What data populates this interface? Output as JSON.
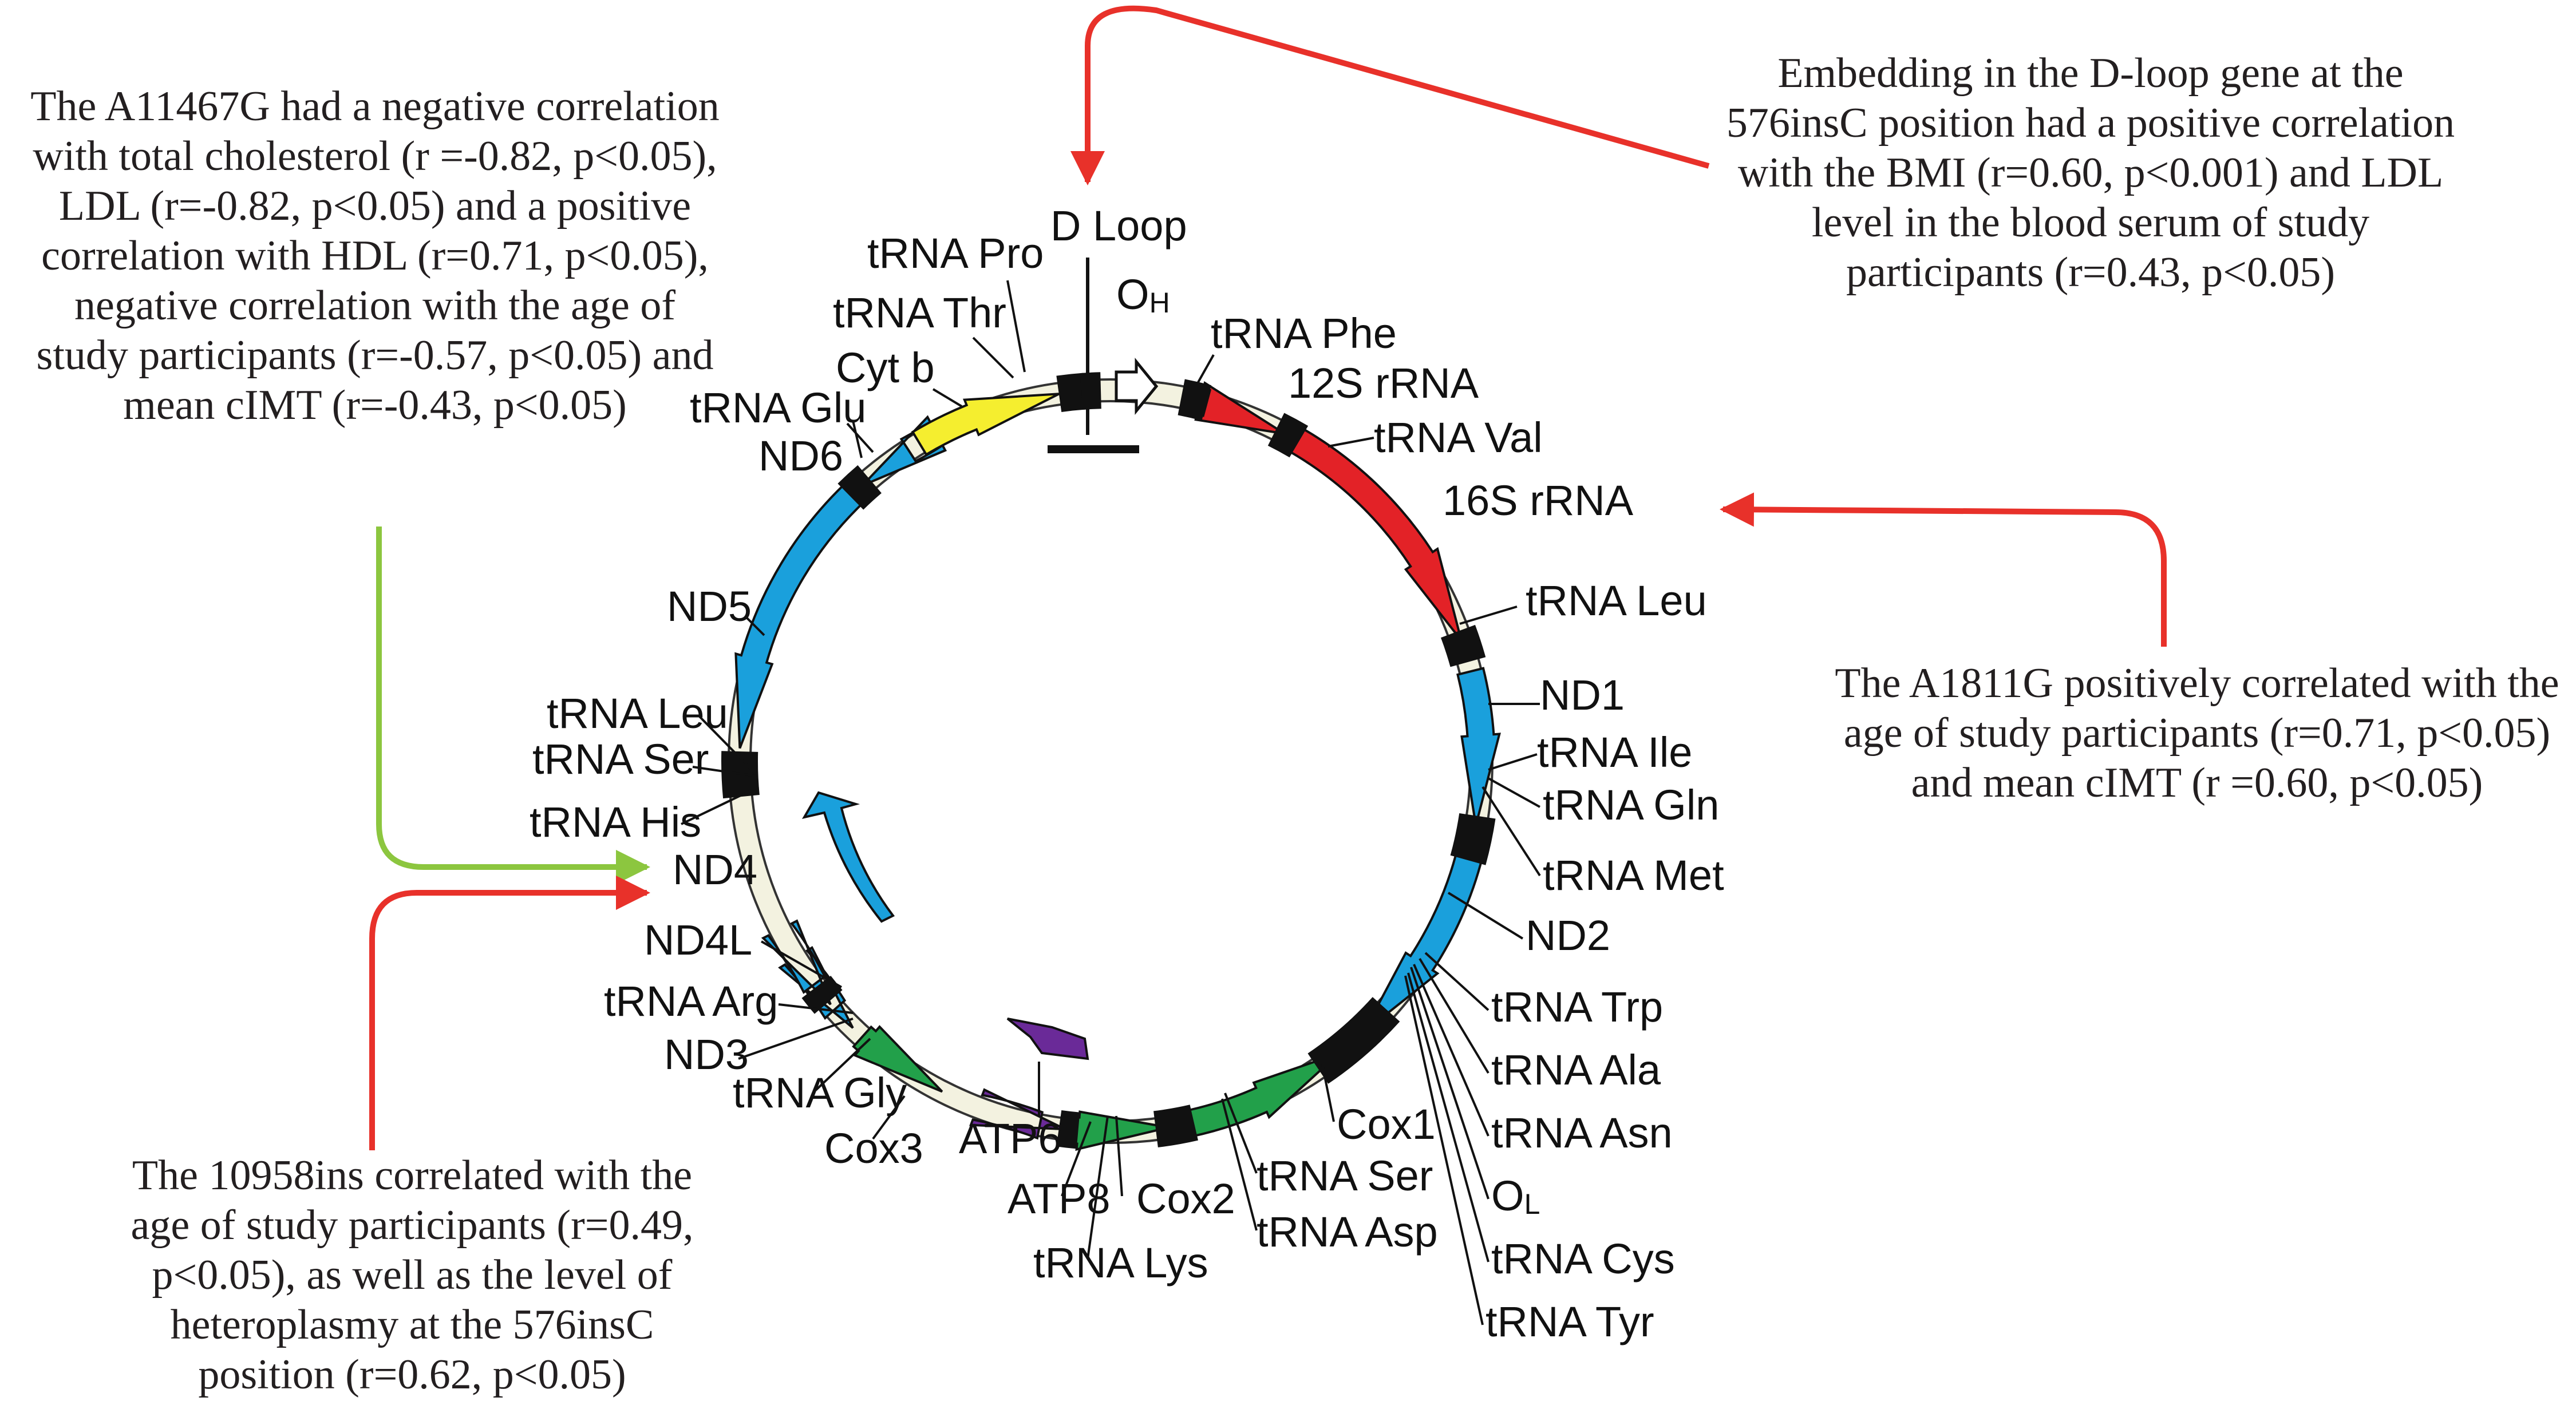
{
  "colors": {
    "ring": "#f3f2e0",
    "ring_edge": "#333333",
    "rrna": "#e32227",
    "nd": "#1aa0dc",
    "cytb": "#f5ee2f",
    "cox": "#22a04a",
    "atp": "#6a2a98",
    "arrow_red": "#e8312a",
    "arrow_green": "#8cc63f"
  },
  "labels": {
    "d_loop": "D Loop",
    "oh": "O",
    "oh_sub": "H",
    "ol": "O",
    "ol_sub": "L",
    "trna_pro": "tRNA Pro",
    "trna_thr": "tRNA Thr",
    "cyt_b": "Cyt b",
    "trna_glu": "tRNA Glu",
    "nd6": "ND6",
    "nd5": "ND5",
    "trna_leu_left": "tRNA Leu",
    "trna_ser_left": "tRNA Ser",
    "trna_his": "tRNA His",
    "nd4": "ND4",
    "nd4l": "ND4L",
    "trna_arg": "tRNA Arg",
    "nd3": "ND3",
    "trna_gly": "tRNA Gly",
    "cox3": "Cox3",
    "atp6": "ATP6",
    "atp8": "ATP8",
    "trna_lys": "tRNA Lys",
    "cox2": "Cox2",
    "trna_ser_bottom": "tRNA Ser",
    "trna_asp": "tRNA Asp",
    "cox1": "Cox1",
    "trna_phe": "tRNA Phe",
    "rrna_12s": "12S rRNA",
    "trna_val": "tRNA Val",
    "rrna_16s": "16S rRNA",
    "trna_leu_right": "tRNA Leu",
    "nd1": "ND1",
    "trna_ile": "tRNA Ile",
    "trna_gln": "tRNA Gln",
    "trna_met": "tRNA Met",
    "nd2": "ND2",
    "trna_trp": "tRNA Trp",
    "trna_ala": "tRNA Ala",
    "trna_asn": "tRNA Asn",
    "trna_cys": "tRNA Cys",
    "trna_tyr": "tRNA Tyr"
  },
  "annotations": {
    "a11467g": [
      "The A11467G  had a negative correlation",
      "with total cholesterol (r =-0.82, p<0.05),",
      "LDL (r=-0.82, p<0.05) and a positive",
      "correlation with HDL (r=0.71, p<0.05),",
      "negative correlation with the age of",
      "study participants (r=-0.57, p<0.05) and",
      "mean cIMT (r=-0.43, p<0.05)"
    ],
    "dloop_576insc": [
      "Embedding in the D-loop gene at the",
      "576insC position had a positive correlation",
      "with the BMI (r=0.60, p<0.001) and LDL",
      "level in the blood serum of study",
      "participants (r=0.43, p<0.05)"
    ],
    "a1811g": [
      "The  A1811G positively correlated with the",
      "age of study participants (r=0.71, p<0.05)",
      "and mean cIMT (r =0.60, p<0.05)"
    ],
    "ins10958": [
      "The 10958ins correlated with the",
      "age of study participants (r=0.49,",
      "p<0.05), as well as the level of",
      "heteroplasmy at the 576insC",
      "position (r=0.62, p<0.05)"
    ]
  }
}
